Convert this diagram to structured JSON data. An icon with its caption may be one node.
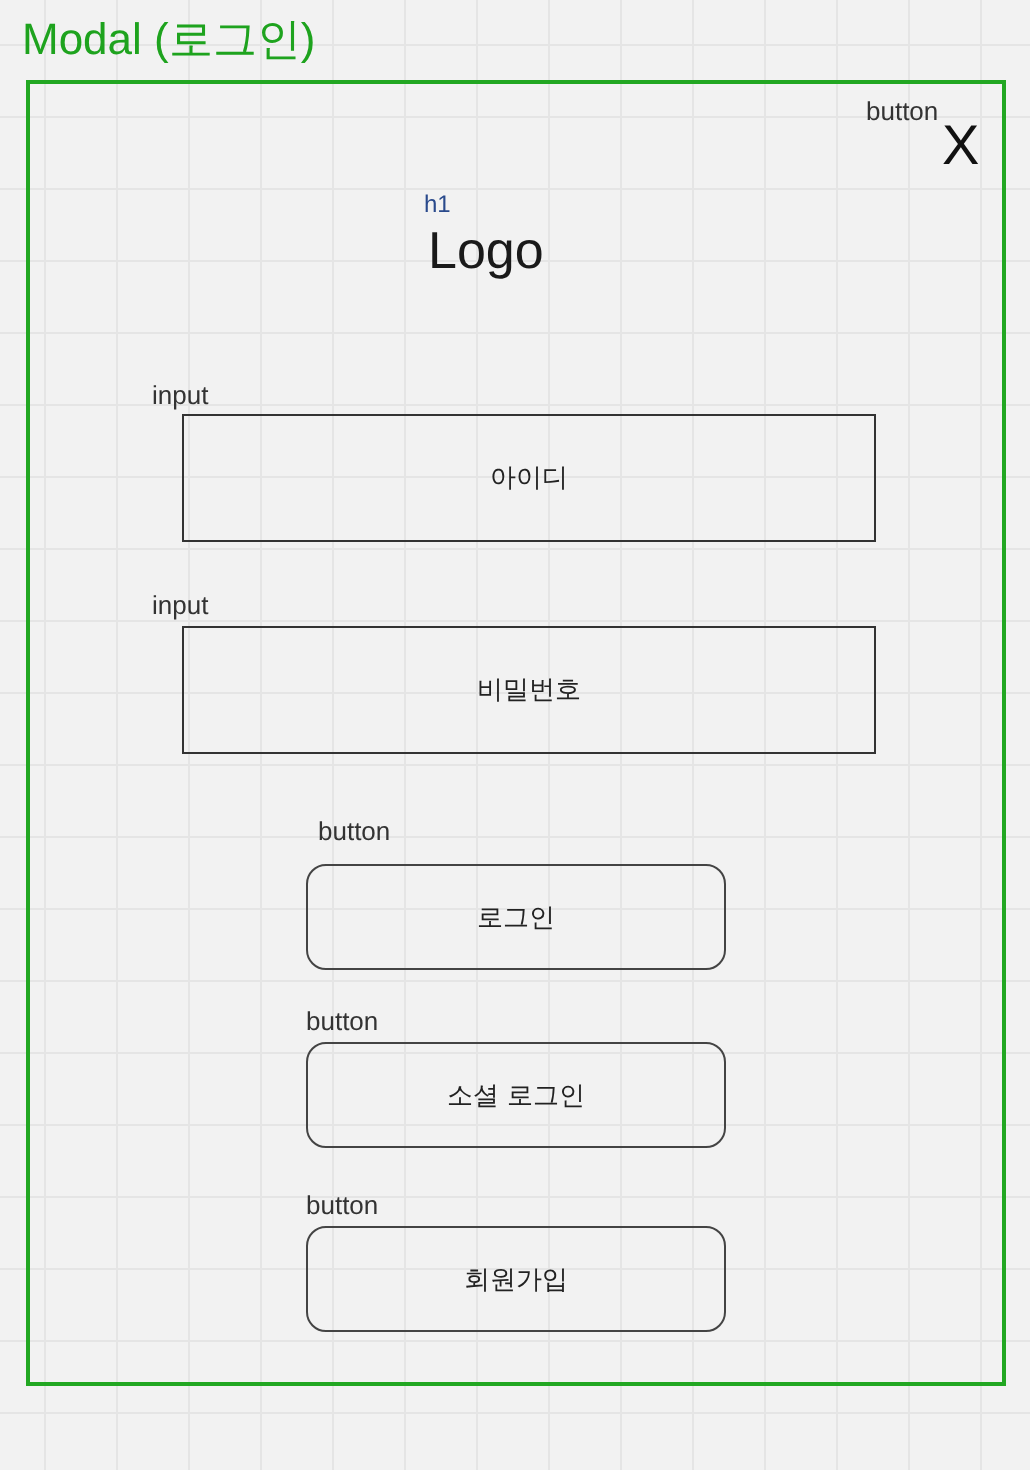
{
  "diagram": {
    "nodes": [
      {
        "text": [
          "Modal (로그인)"
        ]
      },
      {
        "text": [
          "input",
          "아이디"
        ],
        "in": 0
      },
      {
        "text": [
          "input",
          "비밀번호"
        ],
        "in": 0
      },
      {
        "text": [
          "button",
          "로그인"
        ],
        "in": 0
      },
      {
        "text": [
          "button",
          "소셜 로그인"
        ],
        "in": 0
      },
      {
        "text": [
          "button",
          "회원가입"
        ],
        "in": 0
      }
    ],
    "labels": [
      "button",
      "X",
      "h1",
      "Logo"
    ]
  }
}
